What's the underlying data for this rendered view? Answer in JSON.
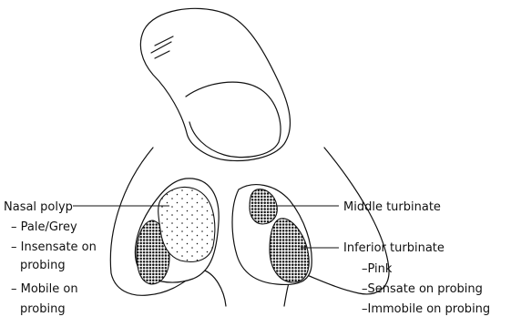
{
  "labels": {
    "nasal_polyp": {
      "title": "Nasal polyp",
      "lines": [
        "– Pale/Grey",
        "– Insensate on",
        "probing",
        "– Mobile on",
        "probing"
      ]
    },
    "middle_turbinate": {
      "title": "Middle turbinate"
    },
    "inferior_turbinate": {
      "title": "Inferior turbinate",
      "lines": [
        "–Pink",
        "–Sensate on probing",
        "–Immobile on probing"
      ]
    }
  }
}
